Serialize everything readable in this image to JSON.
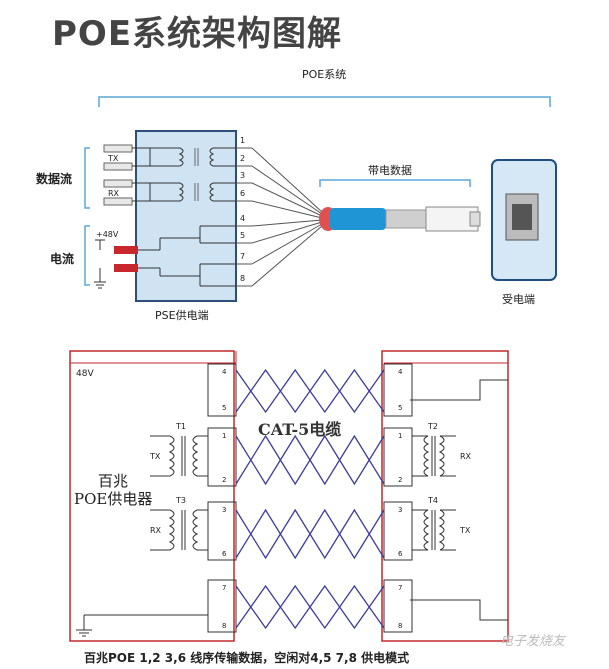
{
  "title": "POE系统架构图解",
  "top_diagram": {
    "system_label": "POE系统",
    "data_flow_label": "数据流",
    "current_label": "电流",
    "tx": "TX",
    "rx": "RX",
    "voltage": "+48V",
    "pse_label": "PSE供电端",
    "cable_label": "带电数据",
    "pd_label": "受电端",
    "pins": [
      "1",
      "2",
      "3",
      "6",
      "4",
      "5",
      "7",
      "8"
    ]
  },
  "bottom_diagram": {
    "voltage": "48V",
    "cable_label": "CAT-5电缆",
    "pse_label_line1": "百兆",
    "pse_label_line2": "POE供电器",
    "t1": "T1",
    "t2": "T2",
    "t3": "T3",
    "t4": "T4",
    "tx_left": "TX",
    "rx_left": "RX",
    "rx_right": "RX",
    "tx_right": "TX",
    "left_pins": [
      "4",
      "5",
      "1",
      "2",
      "3",
      "6",
      "7",
      "8"
    ],
    "right_pins": [
      "4",
      "5",
      "1",
      "2",
      "3",
      "6",
      "7",
      "8"
    ],
    "caption": "百兆POE 1,2  3,6 线序传输数据，空闲对4,5  7,8 供电模式",
    "watermark": "电子发烧友"
  },
  "colors": {
    "pse_box_fill": "#cfe3f3",
    "pse_box_stroke": "#2b4f7a",
    "bracket": "#5aa7d8",
    "cable": "#1f95d6",
    "wire_red": "#c8282d",
    "frame_red": "#c0282d",
    "twisted": "#3c3ca0",
    "pd_fill": "#d6e7f5"
  }
}
